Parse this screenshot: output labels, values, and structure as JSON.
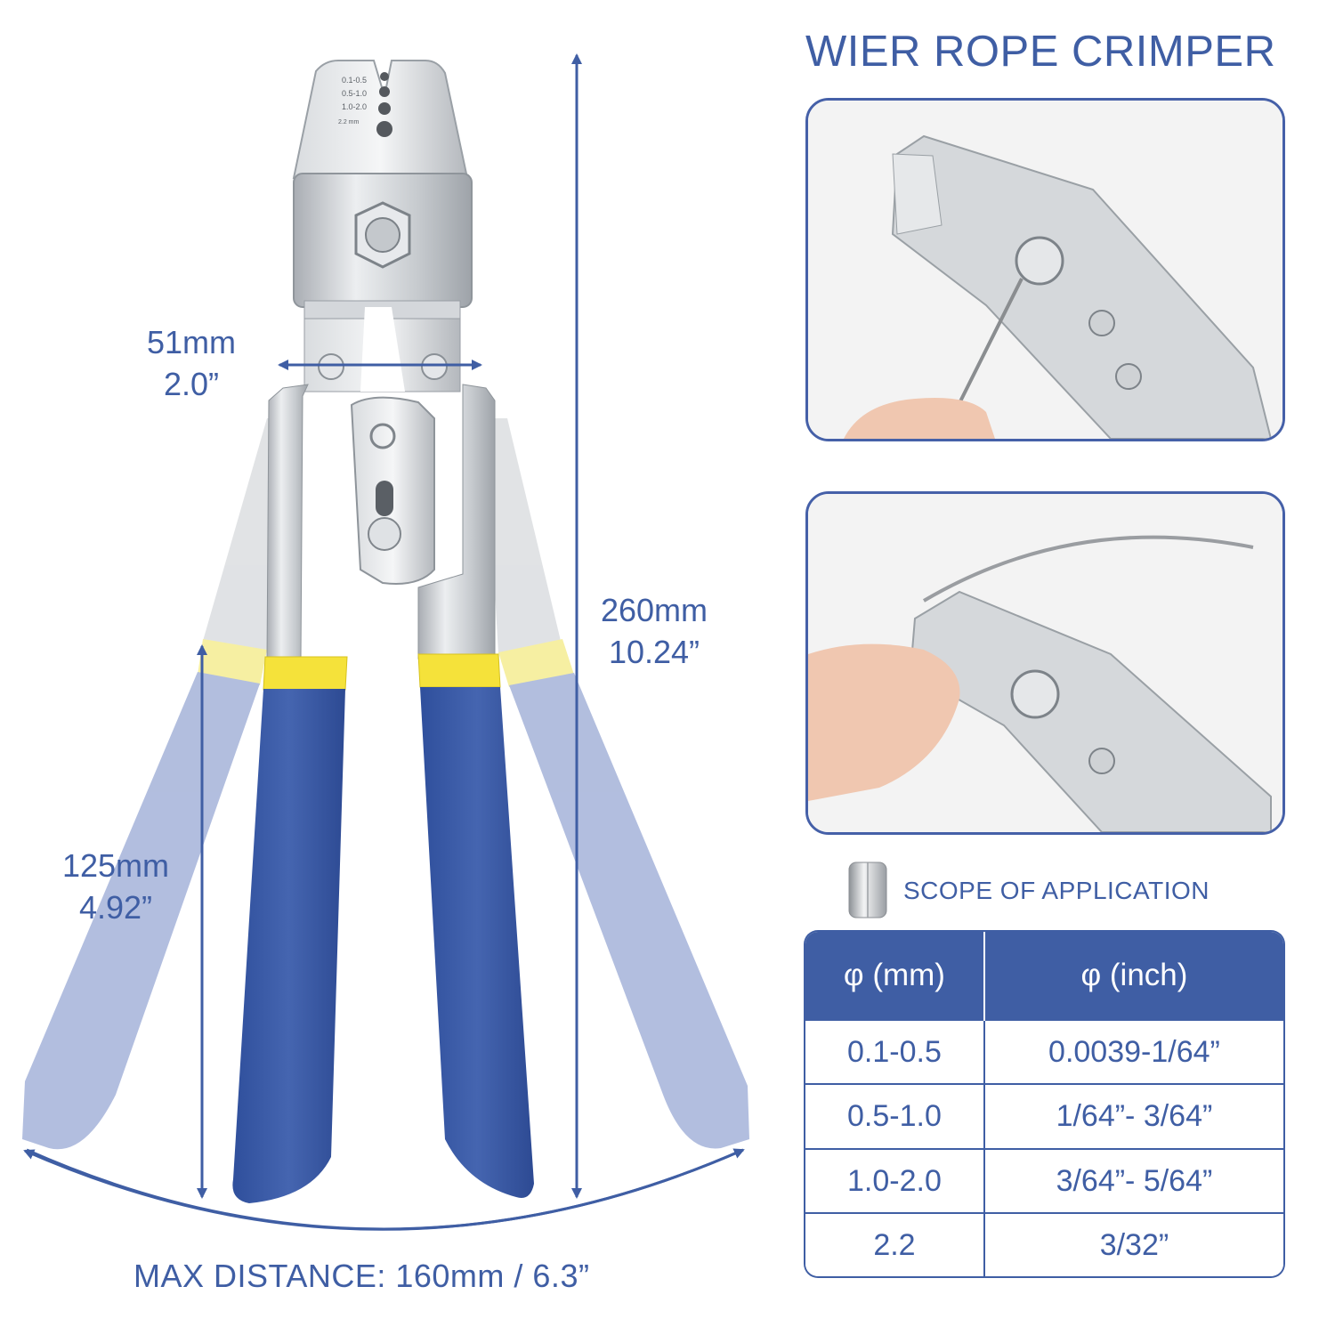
{
  "title": "WIER ROPE CRIMPER",
  "dimensions": {
    "jaw_width_mm": "51mm",
    "jaw_width_in": "2.0”",
    "total_length_mm": "260mm",
    "total_length_in": "10.24”",
    "handle_length_mm": "125mm",
    "handle_length_in": "4.92”",
    "max_distance": "MAX DISTANCE: 160mm / 6.3”"
  },
  "jaw_markings": [
    "0.1-0.5",
    "0.5-1.0",
    "1.0-2.0",
    "2.2 mm"
  ],
  "scope": {
    "label": "SCOPE OF APPLICATION",
    "icon": "ferrule-sleeve-icon"
  },
  "spec_table": {
    "headers": [
      "φ  (mm)",
      "φ   (inch)"
    ],
    "rows": [
      [
        "0.1-0.5",
        "0.0039-1/64”"
      ],
      [
        "0.5-1.0",
        "1/64”- 3/64”"
      ],
      [
        "1.0-2.0",
        "3/64”- 5/64”"
      ],
      [
        "2.2",
        "3/32”"
      ]
    ]
  },
  "colors": {
    "accent_blue": "#3f5ea4",
    "handle_blue": "#3b5aa6",
    "handle_ghost": "#a9b8dc",
    "sleeve_yellow": "#f5e23a",
    "steel": "#cfd2d6"
  }
}
